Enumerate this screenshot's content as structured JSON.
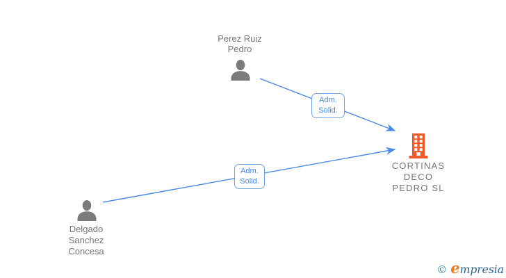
{
  "diagram": {
    "type": "corporate-relationship-graph",
    "background": "#ffffff",
    "nodes": [
      {
        "id": "person_top",
        "kind": "person",
        "icon": "person-icon",
        "label_lines": [
          "Perez Ruiz",
          "Pedro"
        ]
      },
      {
        "id": "person_bottom",
        "kind": "person",
        "icon": "person-icon",
        "label_lines": [
          "Delgado",
          "Sanchez",
          "Concesa"
        ]
      },
      {
        "id": "company",
        "kind": "company",
        "icon": "building-icon",
        "label_lines": [
          "CORTINAS",
          "DECO",
          "PEDRO SL"
        ]
      }
    ],
    "edges": [
      {
        "from": "person_top",
        "to": "company",
        "direction": "arrow-into-company",
        "label_lines": [
          "Adm.",
          "Solid."
        ]
      },
      {
        "from": "person_bottom",
        "to": "company",
        "direction": "arrow-into-company",
        "label_lines": [
          "Adm.",
          "Solid."
        ]
      }
    ]
  },
  "colors": {
    "edge_blue": "#4a89e8",
    "edge_label_border": "#6ea4ec",
    "person_gray": "#7b7b7b",
    "label_text_gray": "#757575",
    "company_orange": "#f15a29",
    "logo_teal": "#2f8796",
    "logo_orange": "#ee7d23",
    "logo_blue": "#2b628f"
  },
  "footer": {
    "copyright_symbol": "©",
    "brand_initial": "e",
    "brand_rest": "mpresia"
  }
}
